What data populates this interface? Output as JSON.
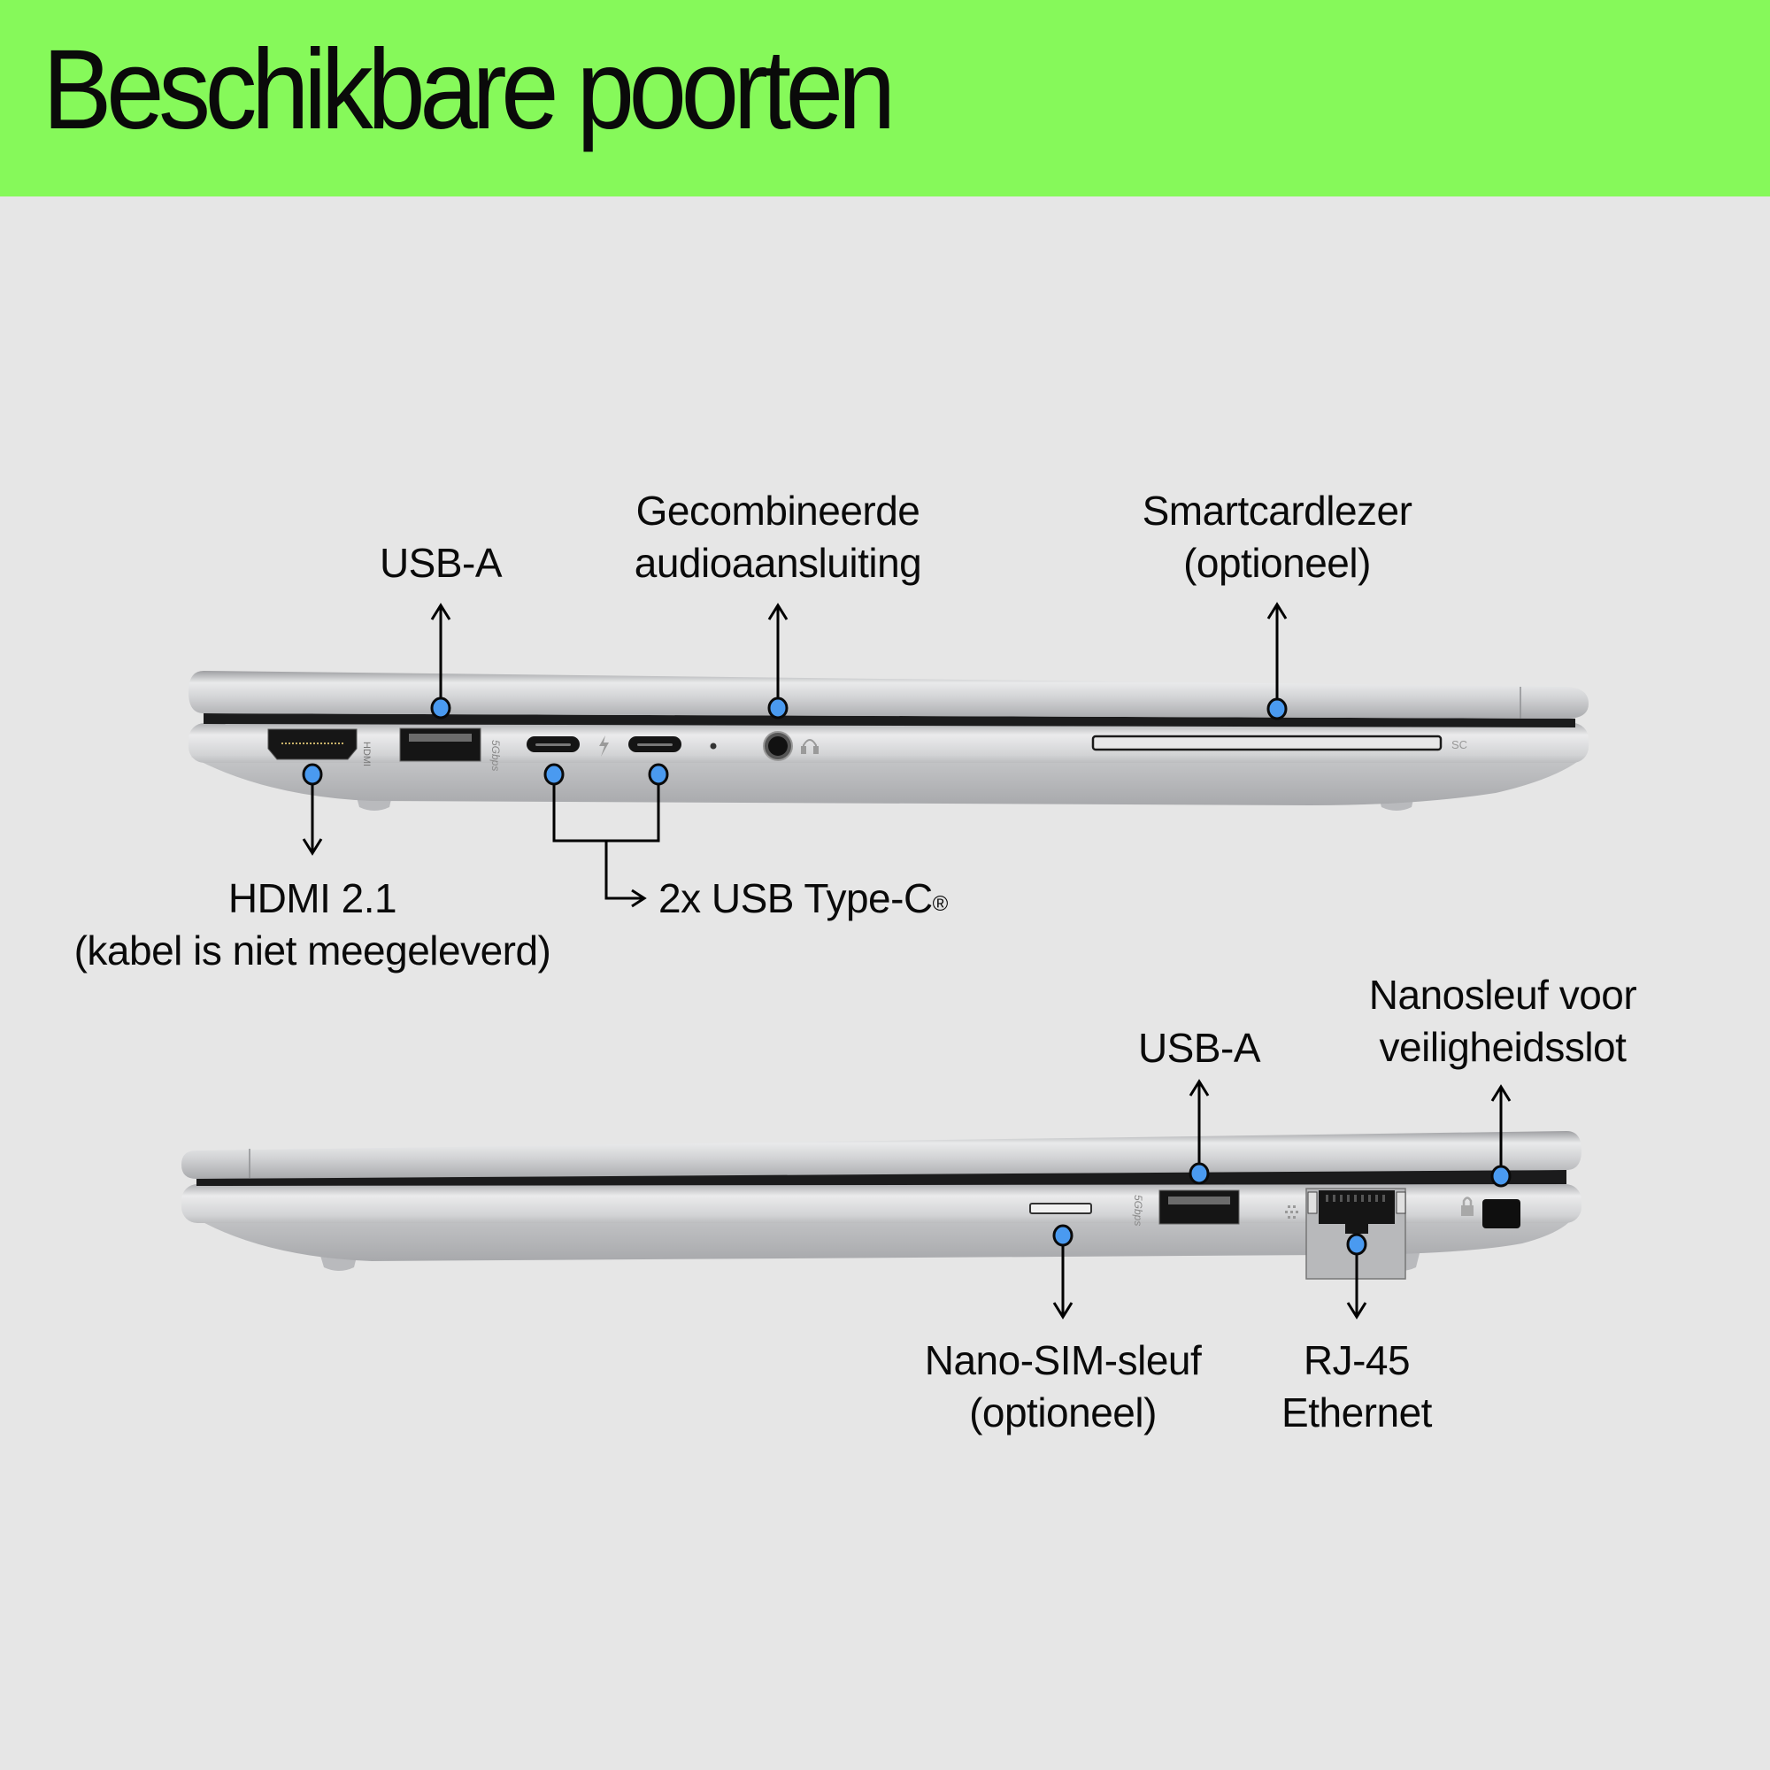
{
  "header": {
    "title": "Beschikbare poorten",
    "background_color": "#86F95A"
  },
  "colors": {
    "page_background": "#E6E6E6",
    "callout_dot": "#4A9AF0",
    "callout_line": "#000000",
    "chassis": "#C8C9CB"
  },
  "left_side": {
    "ports": [
      {
        "id": "hdmi",
        "label_line1": "HDMI 2.1",
        "label_line2": "(kabel is niet meegeleverd)",
        "port_marking": "HDMI"
      },
      {
        "id": "usb_a_left",
        "label_line1": "USB-A",
        "port_marking": "5Gbps"
      },
      {
        "id": "usb_c",
        "label": "2x USB Type-C",
        "trademark": "®",
        "icon": "thunderbolt-icon"
      },
      {
        "id": "audio",
        "label_line1": "Gecombineerde",
        "label_line2": "audioaansluiting",
        "icon": "headset-icon"
      },
      {
        "id": "smartcard",
        "label_line1": "Smartcardlezer",
        "label_line2": "(optioneel)",
        "port_marking": "SC"
      }
    ]
  },
  "right_side": {
    "ports": [
      {
        "id": "usb_a_right",
        "label_line1": "USB-A",
        "port_marking": "5Gbps"
      },
      {
        "id": "lock",
        "label_line1": "Nanosleuf voor",
        "label_line2": "veiligheidsslot",
        "icon": "padlock-icon"
      },
      {
        "id": "sim",
        "label_line1": "Nano-SIM-sleuf",
        "label_line2": "(optioneel)"
      },
      {
        "id": "rj45",
        "label_line1": "RJ-45",
        "label_line2": "Ethernet",
        "icon": "network-icon"
      }
    ]
  }
}
